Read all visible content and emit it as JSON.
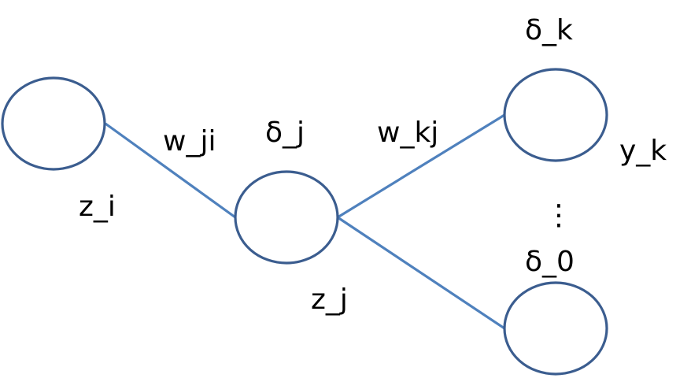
{
  "colors": {
    "node_stroke": "#3b5d8f",
    "edge_stroke": "#4f81bd",
    "text": "#000000",
    "background": "#ffffff"
  },
  "nodes": {
    "input": {
      "id": "input"
    },
    "hidden": {
      "id": "hidden"
    },
    "output_k": {
      "id": "output_k"
    },
    "output_0": {
      "id": "output_0"
    }
  },
  "edges": [
    {
      "from": "input",
      "to": "hidden"
    },
    {
      "from": "hidden",
      "to": "output_k"
    },
    {
      "from": "hidden",
      "to": "output_0"
    }
  ],
  "labels": {
    "z_i": "z_i",
    "w_ji": "w_ji",
    "delta_j": "δ_j",
    "w_kj": "w_kj",
    "z_j": "z_j",
    "delta_k": "δ_k",
    "y_k": "y_k",
    "vertical_ellipsis": "⋮",
    "delta_0": "δ_0"
  }
}
